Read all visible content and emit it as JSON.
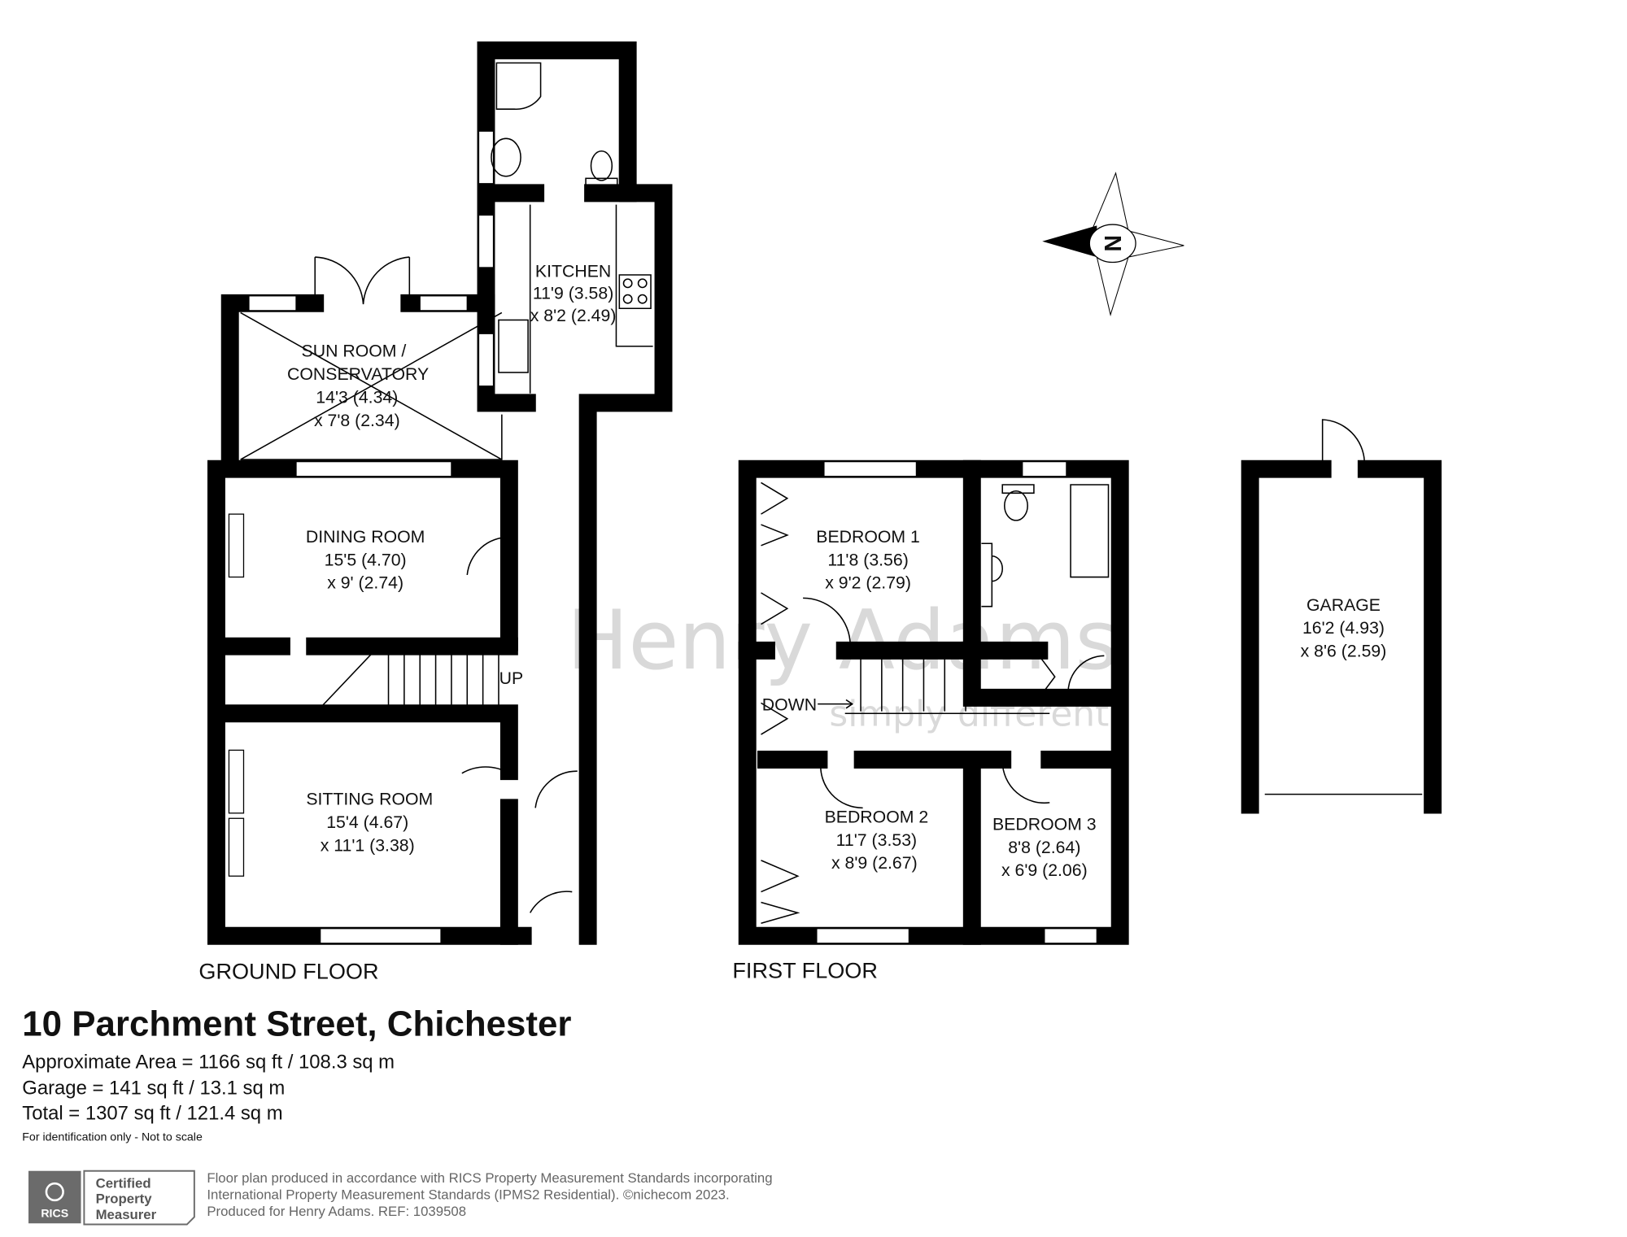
{
  "brand_watermark": {
    "name": "Henry Adams",
    "tagline": "simply different",
    "color": "#d9d9d9"
  },
  "compass": {
    "icon": "north-arrow-compass",
    "label": "N",
    "points": "left"
  },
  "floors": {
    "ground": {
      "label": "GROUND FLOOR",
      "stairs_label": "UP",
      "rooms": [
        {
          "name": "KITCHEN",
          "dim1": "11'9 (3.58)",
          "dim2": "x 8'2 (2.49)"
        },
        {
          "name": "SUN ROOM /",
          "name2": "CONSERVATORY",
          "dim1": "14'3 (4.34)",
          "dim2": "x 7'8 (2.34)"
        },
        {
          "name": "DINING ROOM",
          "dim1": "15'5 (4.70)",
          "dim2": "x 9' (2.74)"
        },
        {
          "name": "SITTING ROOM",
          "dim1": "15'4 (4.67)",
          "dim2": "x 11'1 (3.38)"
        }
      ]
    },
    "first": {
      "label": "FIRST FLOOR",
      "stairs_label": "DOWN",
      "rooms": [
        {
          "name": "BEDROOM 1",
          "dim1": "11'8 (3.56)",
          "dim2": "x 9'2 (2.79)"
        },
        {
          "name": "BEDROOM 2",
          "dim1": "11'7 (3.53)",
          "dim2": "x 8'9 (2.67)"
        },
        {
          "name": "BEDROOM 3",
          "dim1": "8'8 (2.64)",
          "dim2": "x 6'9 (2.06)"
        }
      ]
    },
    "garage": {
      "name": "GARAGE",
      "dim1": "16'2 (4.93)",
      "dim2": "x 8'6 (2.59)"
    }
  },
  "property": {
    "title": "10 Parchment Street, Chichester",
    "area_lines": [
      "Approximate Area = 1166 sq ft / 108.3 sq m",
      "Garage = 141 sq ft / 13.1 sq m",
      "Total = 1307 sq ft / 121.4 sq m"
    ],
    "disclaimer": "For identification only - Not to scale"
  },
  "footer": {
    "badge": {
      "logo_text": "RICS",
      "line1": "Certified",
      "line2": "Property",
      "line3": "Measurer",
      "color": "#6b6b6b"
    },
    "lines": [
      "Floor plan produced in accordance with RICS Property Measurement Standards incorporating",
      "International Property Measurement Standards (IPMS2 Residential).   ©nichecom 2023.",
      "Produced for Henry Adams.   REF:  1039508"
    ]
  }
}
